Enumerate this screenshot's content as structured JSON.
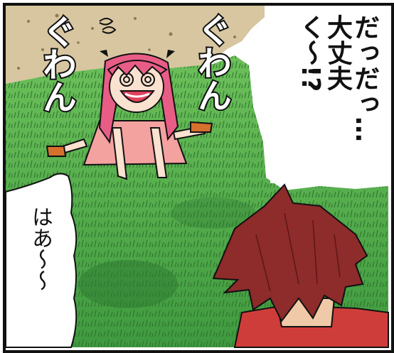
{
  "speech": {
    "exclaim_col1": "だっだっ…",
    "exclaim_col2": "大丈夫",
    "exclaim_col3": "く〜!?"
  },
  "thought": {
    "sigh": "はあ〜〜"
  },
  "sfx": {
    "dizzy_1": "ぐわん",
    "dizzy_2": "ぐわん"
  },
  "colors": {
    "grass": "#55b24a",
    "grass_dark": "#2f7c33",
    "dirt": "#cbb78d",
    "girl_hair": "#e85d86",
    "girl_dress": "#f3a2a0",
    "boy_hair": "#8e2b2b",
    "boy_shirt": "#cf3d3a"
  }
}
